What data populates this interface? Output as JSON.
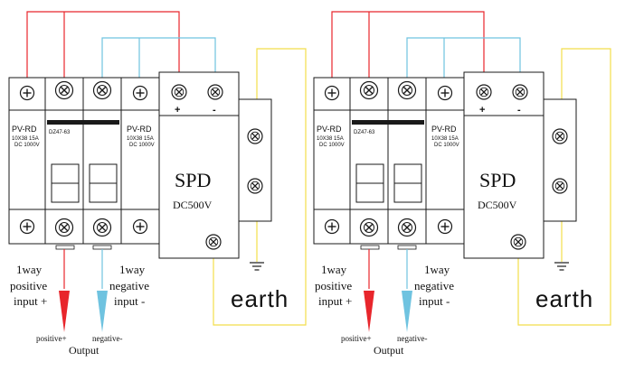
{
  "panels": [
    {
      "breaker_label": "PV-RD",
      "breaker_spec_line1": "10X38 15A",
      "breaker_spec_line2": "DC 1000V",
      "isolator_label": "DZ47-63",
      "spd_title": "SPD",
      "spd_rating": "DC500V",
      "plus_sign": "+",
      "minus_sign": "-",
      "pos_input_line1": "1way",
      "pos_input_line2": "positive",
      "pos_input_line3": "input +",
      "neg_input_line1": "1way",
      "neg_input_line2": "negative",
      "neg_input_line3": "input -",
      "output_pos": "positive+",
      "output_neg": "negative-",
      "output_label": "Output",
      "earth_label": "earth"
    },
    {
      "breaker_label": "PV-RD",
      "breaker_spec_line1": "10X38 15A",
      "breaker_spec_line2": "DC 1000V",
      "isolator_label": "DZ47-63",
      "spd_title": "SPD",
      "spd_rating": "DC500V",
      "plus_sign": "+",
      "minus_sign": "-",
      "pos_input_line1": "1way",
      "pos_input_line2": "positive",
      "pos_input_line3": "input +",
      "neg_input_line1": "1way",
      "neg_input_line2": "negative",
      "neg_input_line3": "input -",
      "output_pos": "positive+",
      "output_neg": "negative-",
      "output_label": "Output",
      "earth_label": "earth"
    }
  ],
  "colors": {
    "positive_wire": "#e8262c",
    "negative_wire": "#6fc3e0",
    "earth_wire": "#f2de4a",
    "outline": "#1a1a1a"
  }
}
